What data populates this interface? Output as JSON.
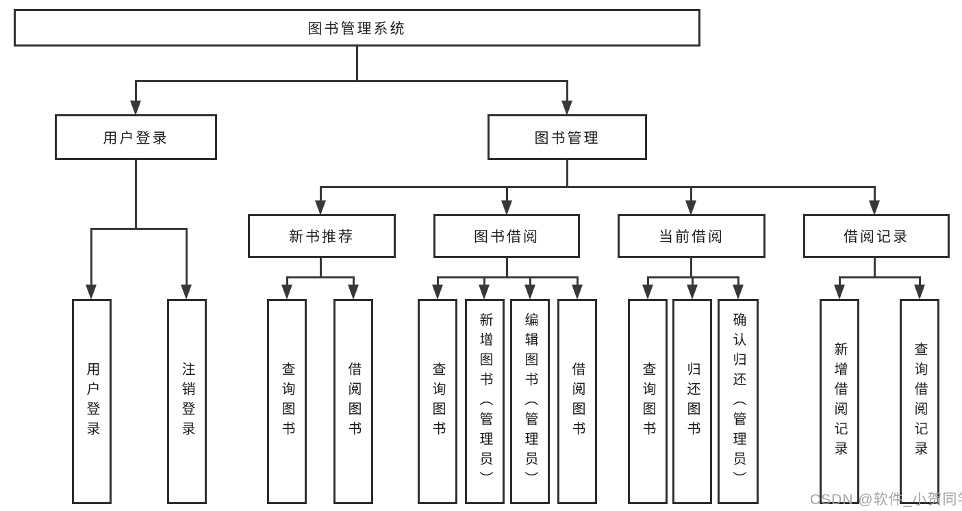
{
  "diagram_type": "hierarchy-tree",
  "tree": {
    "label": "图书管理系统",
    "children": [
      {
        "label": "用户登录",
        "children": [
          {
            "label": "用户登录"
          },
          {
            "label": "注销登录"
          }
        ]
      },
      {
        "label": "图书管理",
        "children": [
          {
            "label": "新书推荐",
            "children": [
              {
                "label": "查询图书"
              },
              {
                "label": "借阅图书"
              }
            ]
          },
          {
            "label": "图书借阅",
            "children": [
              {
                "label": "查询图书"
              },
              {
                "label": "新增图书（管理员）"
              },
              {
                "label": "编辑图书（管理员）"
              },
              {
                "label": "借阅图书"
              }
            ]
          },
          {
            "label": "当前借阅",
            "children": [
              {
                "label": "查询图书"
              },
              {
                "label": "归还图书"
              },
              {
                "label": "确认归还（管理员）"
              }
            ]
          },
          {
            "label": "借阅记录",
            "children": [
              {
                "label": "新增借阅记录"
              },
              {
                "label": "查询借阅记录"
              }
            ]
          }
        ]
      }
    ]
  },
  "watermark": {
    "text": "CSDN @软件_小贺同学"
  },
  "colors": {
    "line": "#383838",
    "border": "#2e2e2e",
    "text": "#1c1c1c",
    "fill": "#ffffff",
    "wm": "#a3a3a3"
  }
}
